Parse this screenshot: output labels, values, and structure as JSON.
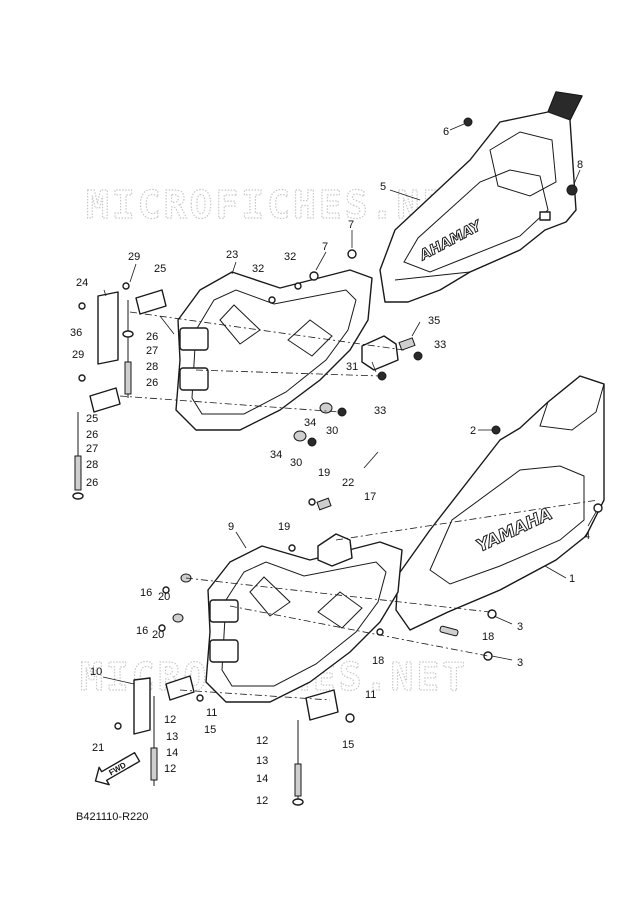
{
  "diagram_code": "B421110-R220",
  "watermark": "MICROFICHES.NET",
  "brand_text": "YAMAHA",
  "brand_text_mirrored": "AHAMAY",
  "fwd_label": "FWD",
  "callouts": {
    "c1": "1",
    "c2": "2",
    "c3a": "3",
    "c3b": "3",
    "c4": "4",
    "c5": "5",
    "c6": "6",
    "c7a": "7",
    "c7b": "7",
    "c8": "8",
    "c9": "9",
    "c10": "10",
    "c11a": "11",
    "c11b": "11",
    "c12a": "12",
    "c12b": "12",
    "c12c": "12",
    "c12d": "12",
    "c13a": "13",
    "c13b": "13",
    "c14a": "14",
    "c14b": "14",
    "c15a": "15",
    "c15b": "15",
    "c16a": "16",
    "c16b": "16",
    "c17": "17",
    "c18a": "18",
    "c18b": "18",
    "c19a": "19",
    "c19b": "19",
    "c20a": "20",
    "c20b": "20",
    "c21": "21",
    "c22": "22",
    "c23": "23",
    "c24": "24",
    "c25a": "25",
    "c25b": "25",
    "c26a": "26",
    "c26b": "26",
    "c26c": "26",
    "c26d": "26",
    "c27a": "27",
    "c27b": "27",
    "c28a": "28",
    "c28b": "28",
    "c29a": "29",
    "c29b": "29",
    "c30a": "30",
    "c30b": "30",
    "c31": "31",
    "c32a": "32",
    "c32b": "32",
    "c33a": "33",
    "c33b": "33",
    "c34a": "34",
    "c34b": "34",
    "c35": "35",
    "c36": "36"
  }
}
